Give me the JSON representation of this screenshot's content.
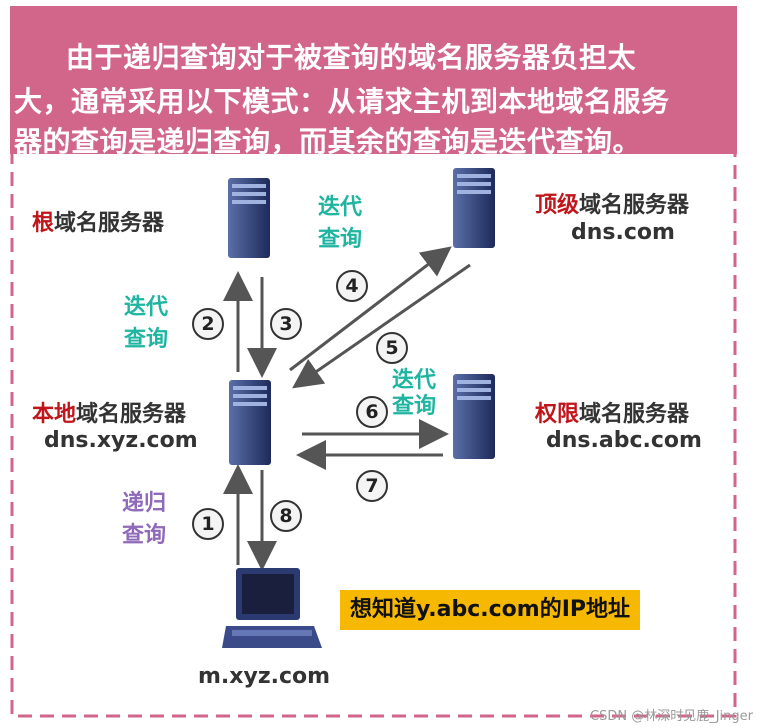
{
  "header": {
    "line1": "由于递归查询对于被查询的域名服务器负担太",
    "line2": "大，通常采用以下模式：从请求主机到本地域名服务",
    "line3": "器的查询是递归查询，而其余的查询是迭代查询。"
  },
  "nodes": {
    "root": {
      "highlight": "根",
      "label": "域名服务器"
    },
    "tld": {
      "highlight": "顶级",
      "label": "域名服务器",
      "host": "dns.com"
    },
    "local": {
      "highlight": "本地",
      "label": "域名服务器",
      "host": "dns.xyz.com"
    },
    "auth": {
      "highlight": "权限",
      "label": "域名服务器",
      "host": "dns.abc.com"
    },
    "client": {
      "host": "m.xyz.com"
    }
  },
  "query_labels": {
    "iter_top_l1": "迭代",
    "iter_top_l2": "查询",
    "iter_left_l1": "迭代",
    "iter_left_l2": "查询",
    "iter_right_l1": "迭代",
    "iter_right_l2": "查询",
    "recur_l1": "递归",
    "recur_l2": "查询"
  },
  "steps": [
    "1",
    "2",
    "3",
    "4",
    "5",
    "6",
    "7",
    "8"
  ],
  "callout": "想知道y.abc.com的IP地址",
  "watermark": "CSDN @林深时见鹿_Jinger",
  "colors": {
    "header": "#d2668a",
    "accent_red": "#c0161b",
    "iter_teal": "#1fb5a0",
    "recur_purple": "#8e6ab8",
    "callout": "#f6b800"
  }
}
